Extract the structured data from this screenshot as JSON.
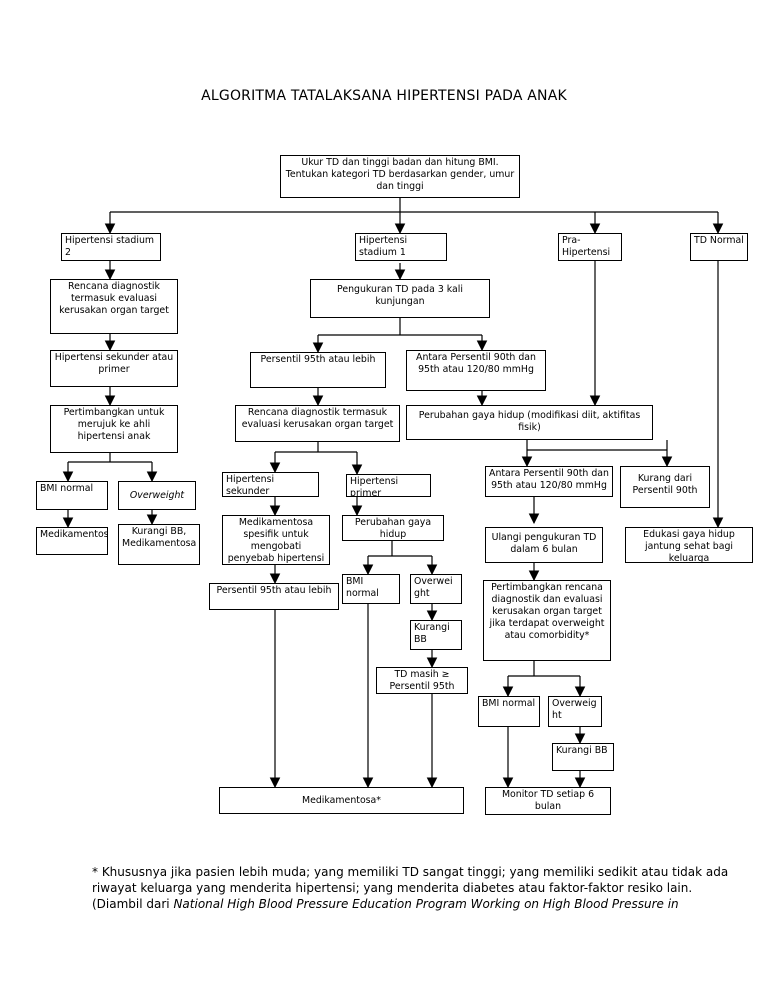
{
  "title": "ALGORITMA TATALAKSANA HIPERTENSI PADA ANAK",
  "nodes": {
    "root": "Ukur TD dan tinggi badan dan hitung BMI. Tentukan kategori TD berdasarkan gender, umur dan tinggi",
    "ht2": "Hipertensi stadium 2",
    "ht1": "Hipertensi stadium 1",
    "pre": "Pra-Hipertensi",
    "normal": "TD Normal",
    "ht2_diag": "Rencana diagnostik termasuk evaluasi kerusakan organ target",
    "ht2_sek": "Hipertensi sekunder atau primer",
    "ht2_rujuk": "Pertimbangkan untuk merujuk ke ahli hipertensi anak",
    "ht2_bmi": "BMI normal",
    "ht2_ow": "Overweight",
    "ht2_med": "Medikamentosa",
    "ht2_kbb": "Kurangi BB, Medikamentosa",
    "ht1_ukur": "Pengukuran TD pada 3 kali kunjungan",
    "ht1_p95": "Persentil 95th atau lebih",
    "ht1_p90": "Antara Persentil 90th dan 95th atau 120/80 mmHg",
    "ht1_diag": "Rencana diagnostik termasuk evaluasi kerusakan organ target",
    "ht1_sek": "Hipertensi sekunder",
    "ht1_prim": "Hipertensi primer",
    "ht1_medspes": "Medikamentosa spesifik untuk mengobati penyebab hipertensi",
    "ht1_pgh": "Perubahan gaya hidup",
    "ht1_p95b": "Persentil 95th atau lebih",
    "ht1_bmi": "BMI normal",
    "ht1_ow": "Overweight",
    "ht1_kbb": "Kurangi BB",
    "ht1_td": "TD masih ≥ Persentil 95th",
    "med_final": "Medikamentosa*",
    "pgh_mod": "Perubahan gaya hidup (modifikasi diit, aktifitas fisik)",
    "pre_p90": "Antara Persentil 90th dan 95th atau 120/80 mmHg",
    "pre_kd": "Kurang dari Persentil 90th",
    "pre_ulang": "Ulangi pengukuran TD dalam 6 bulan",
    "pre_edu": "Edukasi gaya hidup jantung sehat bagi keluarga",
    "pre_pert": "Pertimbangkan rencana diagnostik dan evaluasi kerusakan organ target jika terdapat overweight atau comorbidity*",
    "pre_bmi": "BMI normal",
    "pre_ow": "Overweight",
    "pre_kbb": "Kurangi BB",
    "pre_mon": "Monitor TD setiap 6 bulan"
  },
  "footnote": {
    "line1": "* Khususnya jika pasien lebih muda; yang memiliki TD sangat tinggi; yang memiliki sedikit atau tidak ada riwayat keluarga yang menderita hipertensi; yang menderita diabetes atau faktor-faktor resiko lain.",
    "line2_prefix": "(Diambil dari ",
    "line2_source": "National High Blood Pressure Education Program Working on High Blood Pressure in"
  }
}
